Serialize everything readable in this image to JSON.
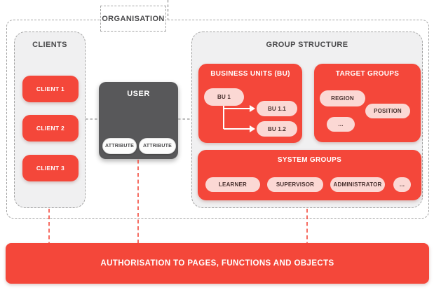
{
  "organisation": {
    "label": "ORGANISATION"
  },
  "clients": {
    "title": "CLIENTS",
    "items": [
      "CLIENT 1",
      "CLIENT 2",
      "CLIENT 3"
    ]
  },
  "user": {
    "title": "USER",
    "attributes": [
      "ATTRIBUTE",
      "ATTRIBUTE"
    ]
  },
  "group_structure": {
    "title": "GROUP STRUCTURE",
    "business_units": {
      "title": "BUSINESS UNITS (BU)",
      "root": "BU 1",
      "children": [
        "BU 1.1",
        "BU 1.2"
      ]
    },
    "target_groups": {
      "title": "TARGET GROUPS",
      "items": [
        "REGION",
        "POSITION",
        "..."
      ]
    },
    "system_groups": {
      "title": "SYSTEM GROUPS",
      "items": [
        "LEARNER",
        "SUPERVISOR",
        "ADMINISTRATOR",
        "..."
      ]
    }
  },
  "banner": {
    "label": "AUTHORISATION TO PAGES, FUNCTIONS AND OBJECTS"
  },
  "colors": {
    "accent_red": "#f4473a",
    "pill_pink": "#fbd8d4",
    "panel_gray": "#f0f0f1",
    "user_gray": "#58585a",
    "dash_gray": "#a3a3a3",
    "text_dark": "#4a4a4c"
  }
}
